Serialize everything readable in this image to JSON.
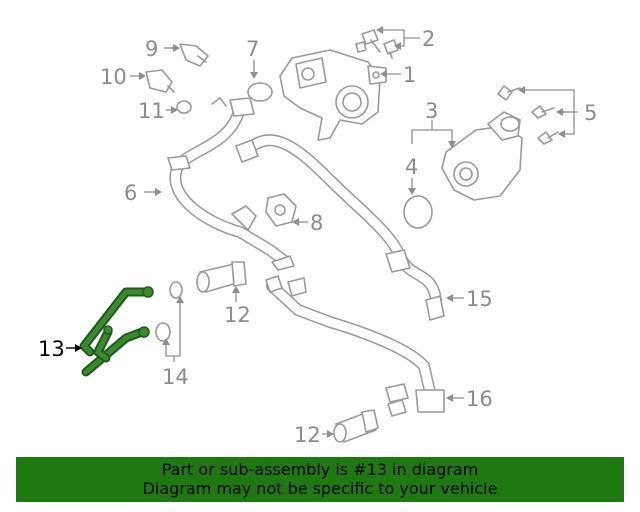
{
  "diagram": {
    "highlight_color": "#3a8a2e",
    "parts": [
      {
        "id": "1",
        "label": "1"
      },
      {
        "id": "2",
        "label": "2"
      },
      {
        "id": "3",
        "label": "3"
      },
      {
        "id": "4",
        "label": "4"
      },
      {
        "id": "5",
        "label": "5"
      },
      {
        "id": "6",
        "label": "6"
      },
      {
        "id": "7",
        "label": "7"
      },
      {
        "id": "8",
        "label": "8"
      },
      {
        "id": "9",
        "label": "9"
      },
      {
        "id": "10",
        "label": "10"
      },
      {
        "id": "11",
        "label": "11"
      },
      {
        "id": "12a",
        "label": "12"
      },
      {
        "id": "12b",
        "label": "12"
      },
      {
        "id": "13",
        "label": "13",
        "highlighted": true
      },
      {
        "id": "14",
        "label": "14"
      },
      {
        "id": "15",
        "label": "15"
      },
      {
        "id": "16",
        "label": "16"
      }
    ]
  },
  "banner": {
    "background_color": "#1e7a10",
    "line1": "Part or sub-assembly is #13 in diagram",
    "line2": "Diagram may not be specific to your vehicle"
  }
}
